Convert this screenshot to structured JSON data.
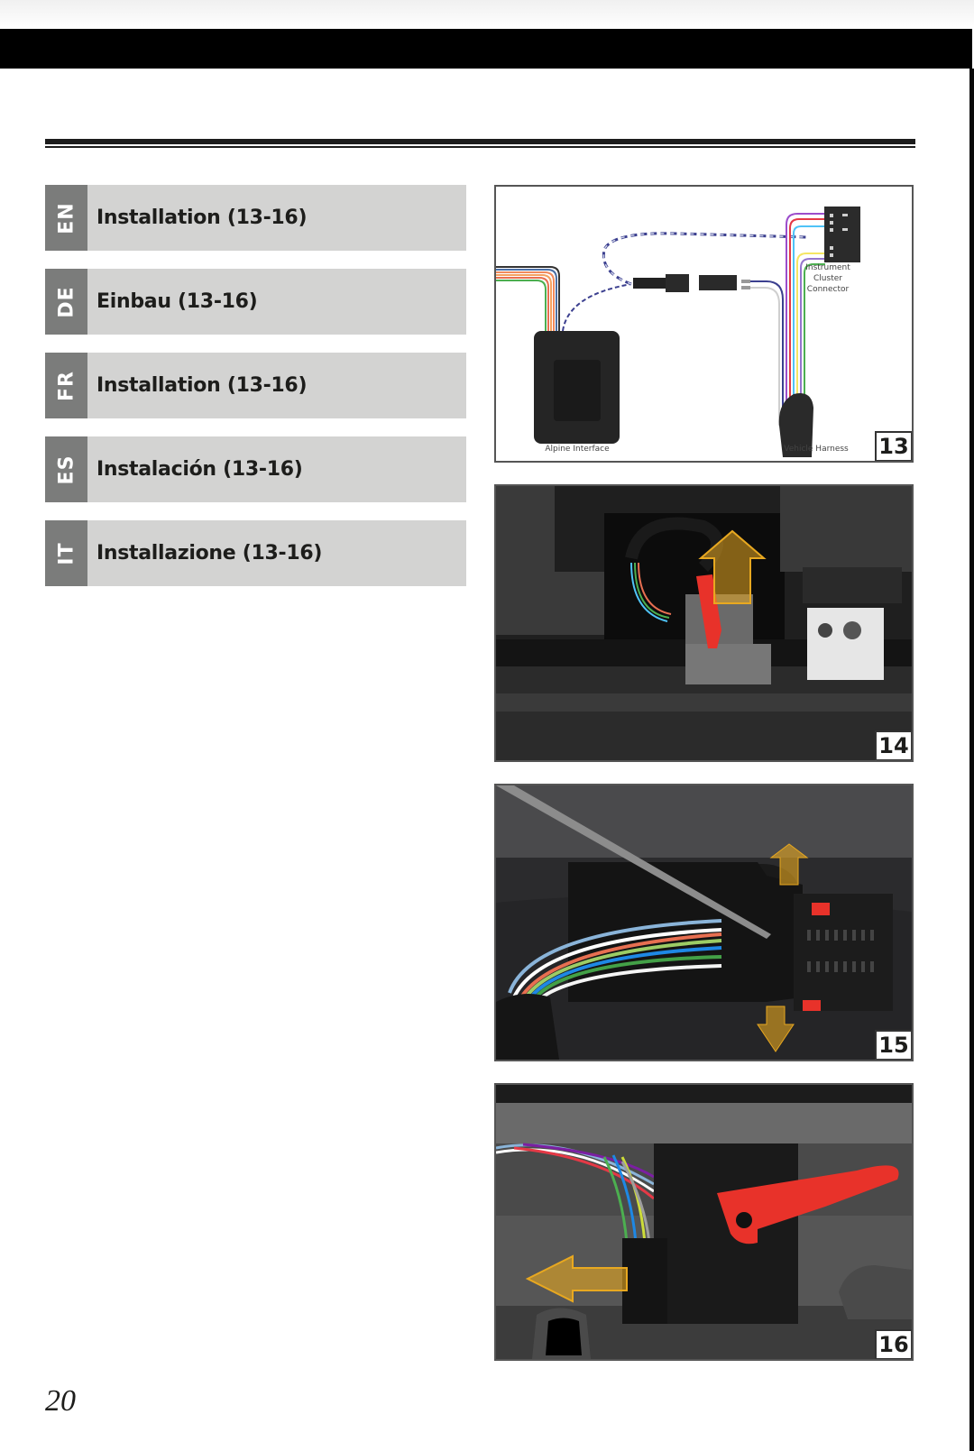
{
  "page": {
    "page_number": "20"
  },
  "sections": [
    {
      "lang_code": "EN",
      "title": "Installation (13-16)"
    },
    {
      "lang_code": "DE",
      "title": "Einbau (13-16)"
    },
    {
      "lang_code": "FR",
      "title": "Installation (13-16)"
    },
    {
      "lang_code": "ES",
      "title": "Instalación (13-16)"
    },
    {
      "lang_code": "IT",
      "title": "Installazione (13-16)"
    }
  ],
  "figures": [
    {
      "number": "13",
      "type": "wiring-diagram",
      "labels": {
        "interface": "Alpine Interface",
        "harness": "Vehicle Harness",
        "connector_line1": "Instrument",
        "connector_line2": "Cluster",
        "connector_line3": "Connector"
      }
    },
    {
      "number": "14",
      "type": "photo",
      "description": "Unlatching the instrument cluster connector, arrow pointing up"
    },
    {
      "number": "15",
      "type": "photo",
      "description": "Screwdriver releasing connector clips, arrows up and down"
    },
    {
      "number": "16",
      "type": "photo",
      "description": "Red lever opened, connector pulled out, arrow pointing left"
    }
  ],
  "colors": {
    "header_band": "#000000",
    "section_bg": "#d3d3d2",
    "lang_code_bg": "#7b7c7b",
    "arrow": "#e8a820",
    "lever_red": "#e8322a"
  }
}
